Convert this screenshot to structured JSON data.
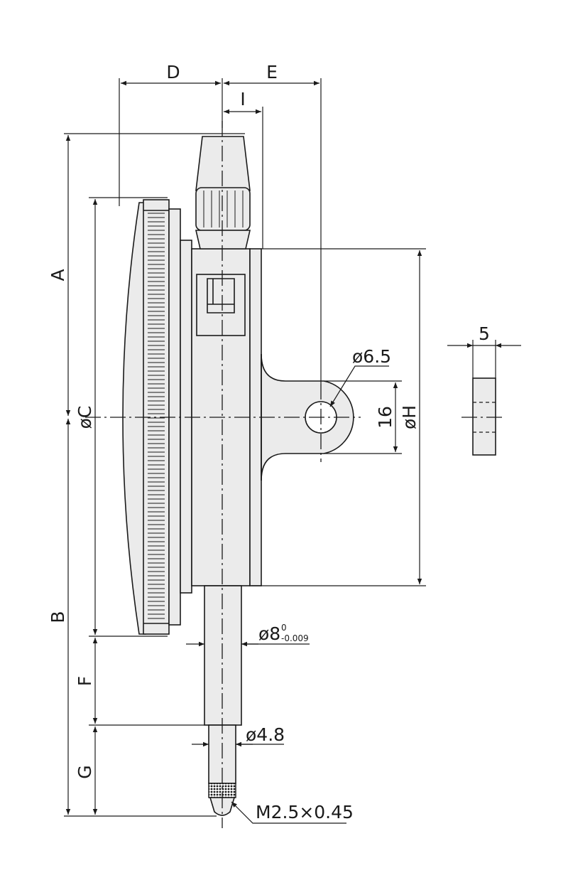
{
  "dimension_labels": {
    "A": "A",
    "B": "B",
    "C": "øC",
    "D": "D",
    "E": "E",
    "F": "F",
    "G": "G",
    "H": "øH",
    "I": "I"
  },
  "callouts": {
    "lug_hole_diameter": "ø6.5",
    "lug_height": "16",
    "lug_thickness": "5",
    "stem_diameter": "ø8",
    "stem_tolerance_upper": "0",
    "stem_tolerance_lower": "-0.009",
    "spindle_diameter": "ø4.8",
    "thread": "M2.5×0.45"
  },
  "colors": {
    "line": "#1a1a1a",
    "body_fill": "#ebebeb",
    "background": "#ffffff"
  }
}
